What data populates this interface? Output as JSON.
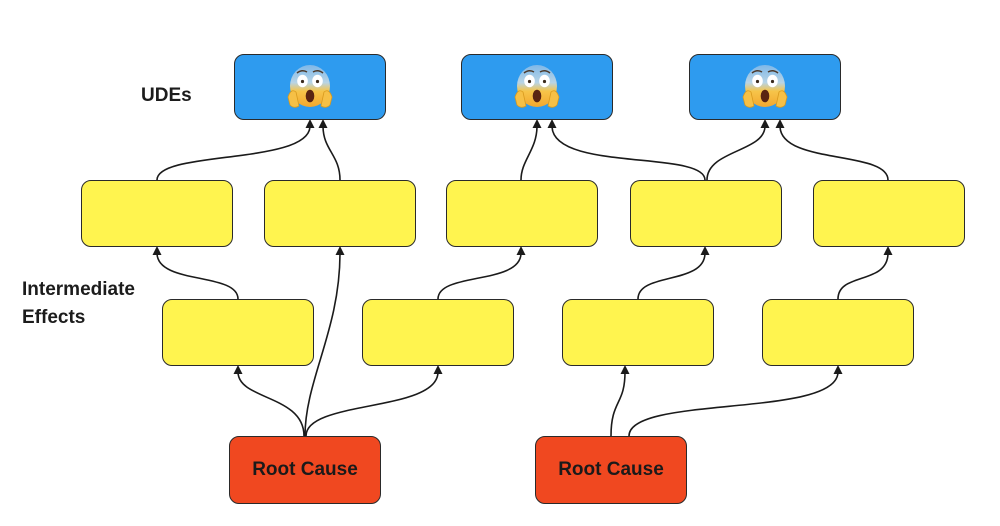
{
  "labels": {
    "udes": "UDEs",
    "intermediate_line1": "Intermediate",
    "intermediate_line2": "Effects"
  },
  "nodes": {
    "udes": [
      {
        "icon": "face-screaming-in-fear-icon"
      },
      {
        "icon": "face-screaming-in-fear-icon"
      },
      {
        "icon": "face-screaming-in-fear-icon"
      }
    ],
    "effects_upper_count_text": "",
    "root_causes": [
      {
        "label": "Root Cause"
      },
      {
        "label": "Root Cause"
      }
    ]
  },
  "colors": {
    "ude_fill": "#2e9bef",
    "effect_fill": "#fff44f",
    "root_fill": "#f04820",
    "stroke": "#1b1b1b"
  }
}
